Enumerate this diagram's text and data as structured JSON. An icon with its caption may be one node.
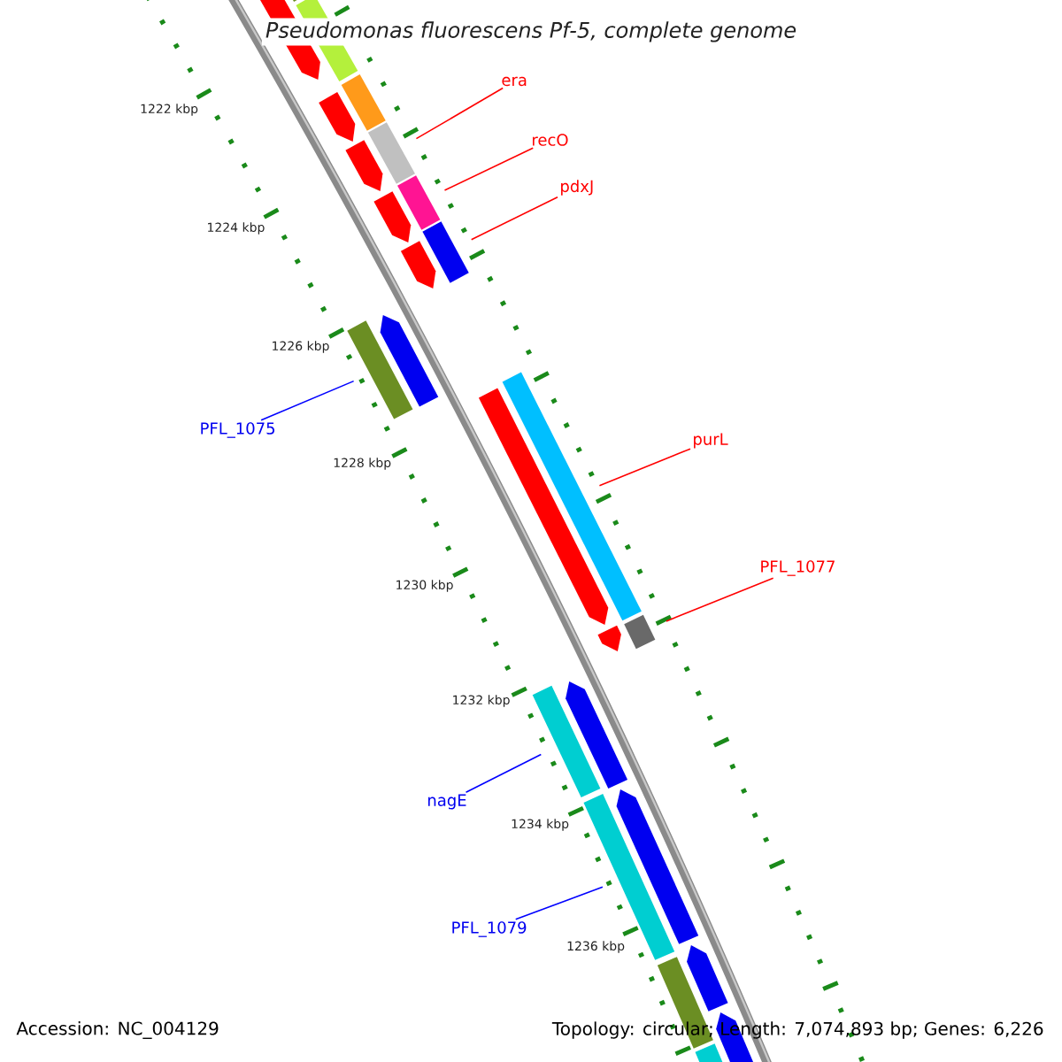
{
  "diagram": {
    "title": "Pseudomonas fluorescens Pf-5, complete genome",
    "nodes": [
      {
        "text": [
          "era"
        ]
      },
      {
        "text": [],
        "shape": "bar"
      },
      {
        "text": [
          "recO"
        ]
      },
      {
        "text": [],
        "shape": "bar"
      },
      {
        "text": [
          "pdxJ"
        ]
      },
      {
        "text": [],
        "shape": "bar"
      },
      {
        "text": [
          "PFL_1075"
        ]
      },
      {
        "text": [],
        "shape": "bar"
      },
      {
        "text": [
          "purL"
        ]
      },
      {
        "text": [],
        "shape": "bar"
      },
      {
        "text": [
          "PFL_1077"
        ]
      },
      {
        "text": [],
        "shape": "bar"
      },
      {
        "text": [
          "nagE"
        ]
      },
      {
        "text": [],
        "shape": "bar"
      },
      {
        "text": [
          "PFL_1079"
        ]
      },
      {
        "text": [],
        "shape": "bar"
      },
      {
        "text": [],
        "shape": "bar"
      },
      {
        "text": [],
        "shape": "bar"
      },
      {
        "text": [],
        "shape": "bar"
      },
      {
        "text": [],
        "shape": "bar"
      },
      {
        "text": [],
        "shape": "bar"
      },
      {
        "text": [],
        "shape": "bar"
      },
      {
        "text": [],
        "shape": "bar"
      },
      {
        "text": [],
        "shape": "bar"
      },
      {
        "text": [],
        "shape": "bar"
      },
      {
        "text": [],
        "shape": "bar"
      },
      {
        "text": [],
        "shape": "bar"
      },
      {
        "text": [],
        "shape": "bar"
      },
      {
        "text": [],
        "shape": "bar"
      },
      {
        "text": [],
        "shape": "bar"
      },
      {
        "text": [],
        "shape": "bar"
      },
      {
        "text": [],
        "shape": "bar"
      },
      {
        "text": [],
        "shape": "bar"
      }
    ],
    "edges": [
      {
        "from": 0,
        "to": 1,
        "arrow": "none"
      },
      {
        "from": 2,
        "to": 3,
        "arrow": "none"
      },
      {
        "from": 4,
        "to": 5,
        "arrow": "none"
      },
      {
        "from": 6,
        "to": 7,
        "arrow": "none",
        "color": "#0000ff"
      },
      {
        "from": 8,
        "to": 9,
        "arrow": "none"
      },
      {
        "from": 10,
        "to": 11,
        "arrow": "none"
      },
      {
        "from": 12,
        "to": 13,
        "arrow": "none",
        "color": "#0000ff"
      },
      {
        "from": 14,
        "to": 15,
        "arrow": "none",
        "color": "#0000ff"
      }
    ],
    "labels": [
      "1222 kbp",
      "1224 kbp",
      "1226 kbp",
      "1228 kbp",
      "1230 kbp",
      "1232 kbp",
      "1234 kbp",
      "1236 kbp",
      "Accession: NC_004129",
      "Topology: circular; Length: 7,074,893 bp; Genes: 6,226"
    ]
  }
}
